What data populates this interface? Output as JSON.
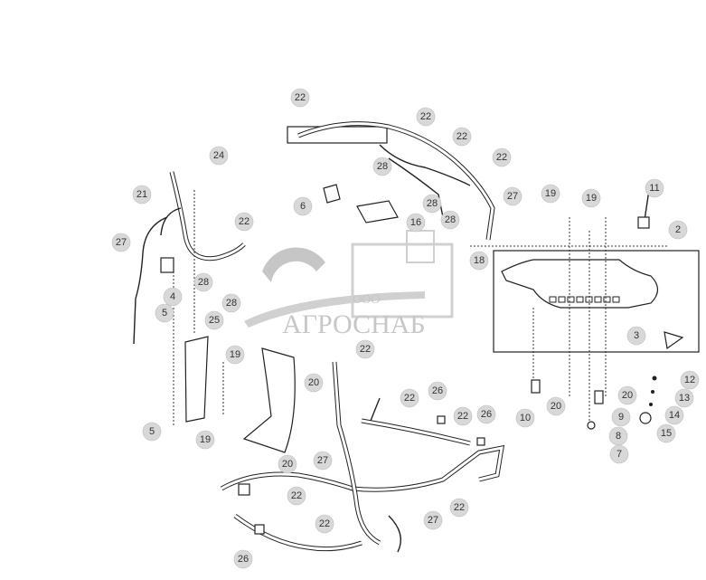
{
  "diagram": {
    "watermark": {
      "company_prefix": "ООО",
      "company_name": "АГРОСНАБ"
    },
    "callouts": [
      "22",
      "22",
      "22",
      "22",
      "24",
      "21",
      "6",
      "16",
      "27",
      "28",
      "28",
      "28",
      "22",
      "27",
      "28",
      "28",
      "18",
      "4",
      "5",
      "25",
      "19",
      "19",
      "11",
      "2",
      "3",
      "12",
      "13",
      "14",
      "15",
      "10",
      "20",
      "20",
      "9",
      "8",
      "7",
      "19",
      "22",
      "20",
      "19",
      "5",
      "20",
      "27",
      "22",
      "26",
      "22",
      "26",
      "22",
      "27",
      "22",
      "22",
      "26"
    ]
  }
}
